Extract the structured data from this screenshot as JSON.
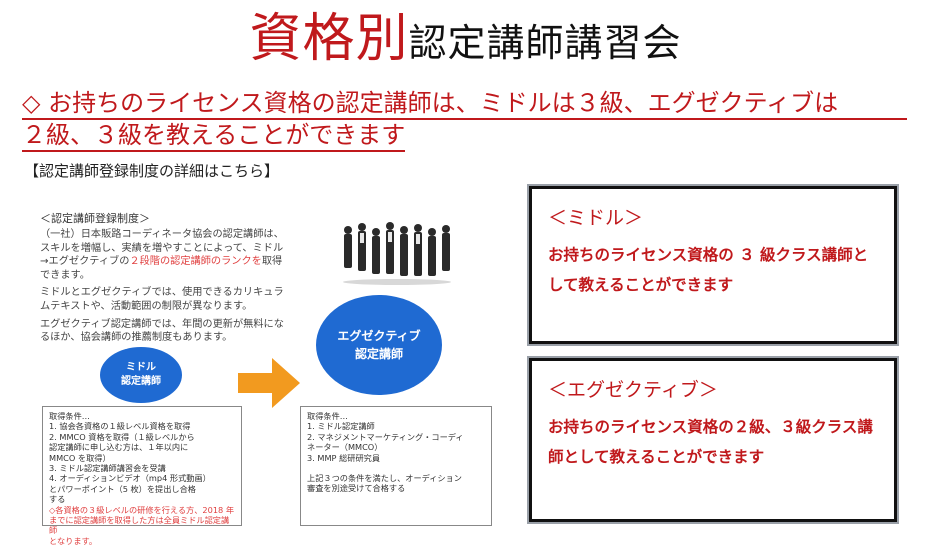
{
  "title": {
    "emphasis": "資格別",
    "rest": "認定講師講習会"
  },
  "headline": {
    "line1": "◇ お持ちのライセンス資格の認定講師は、ミドルは３級、エグゼクティブは",
    "line2": "２級、３級を教えることができます"
  },
  "details_link": "【認定講師登録制度の詳細はこちら】",
  "system": {
    "title": "＜認定講師登録制度＞",
    "para1_a": "（一社）日本販路コーディネータ協会の認定講師は、スキルを増幅し、実績を増やすことによって、ミドル→エグゼクティブの",
    "para1_hl": "２段階の認定講師のランクを",
    "para1_b": "取得できます。",
    "para2": "ミドルとエグゼクティブでは、使用できるカリキュラムテキストや、活動範囲の制限が異なります。",
    "para3": "エグゼクティブ認定講師では、年間の更新が無料になるほか、協会講師の推薦制度もあります。"
  },
  "diagram": {
    "middle_label": [
      "ミドル",
      "認定講師"
    ],
    "executive_label": [
      "エグゼクティブ",
      "認定講師"
    ],
    "middle_requirements": {
      "heading": "取得条件…",
      "items": [
        "1. 協会各資格の１級レベル資格を取得",
        "2. MMCO 資格を取得（１級レベルから",
        "    認定講師に申し込む方は、１年以内に",
        "    MMCO を取得）",
        "3. ミドル認定講師講習会を受講",
        "4. オーディションビデオ（mp4 形式動画）",
        "    とパワーポイント（5 枚）を提出し合格",
        "    する"
      ],
      "note": [
        "◇各資格の３級レベルの研修を行える方、2018 年",
        "までに認定講師を取得した方は全員ミドル認定講師",
        "となります。"
      ]
    },
    "executive_requirements": {
      "heading": "取得条件…",
      "items": [
        "1. ミドル認定講師",
        "2. マネジメントマーケティング・コーディ",
        "    ネーター（MMCO）",
        "3. MMP 総研研究員"
      ],
      "footer": [
        "上記３つの条件を満たし、オーディション",
        "審査を別途受けて合格する"
      ]
    }
  },
  "boxes": {
    "middle": {
      "heading": "＜ミドル＞",
      "body": "お持ちのライセンス資格の ３ 級クラス講師として教えることができます"
    },
    "executive": {
      "heading": "＜エグゼクティブ＞",
      "body": "お持ちのライセンス資格の２級、３級クラス講師として教えることができます"
    }
  },
  "colors": {
    "accent_red": "#c0191c",
    "ellipse_blue": "#1f6ad2",
    "arrow_orange": "#f29a1f"
  }
}
